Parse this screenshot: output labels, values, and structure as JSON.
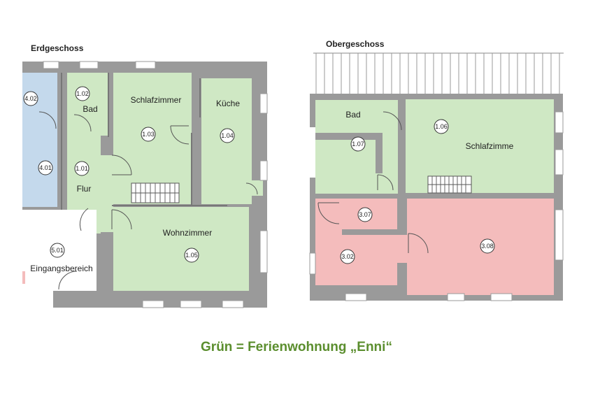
{
  "floors": {
    "ground_title": "Erdgeschoss",
    "upper_title": "Obergeschoss"
  },
  "rooms": {
    "r402": {
      "number": "4.02"
    },
    "r401": {
      "number": "4.01"
    },
    "r102": {
      "number": "1.02",
      "name": "Bad"
    },
    "r101": {
      "number": "1.01",
      "name": "Flur"
    },
    "r103": {
      "number": "1.03",
      "name": "Schlafzimmer"
    },
    "r104": {
      "number": "1.04",
      "name": "Küche"
    },
    "r105": {
      "number": "1.05",
      "name": "Wohnzimmer"
    },
    "r501": {
      "number": "5.01",
      "name": "Eingangsbereich"
    },
    "r107": {
      "number": "1.07",
      "name": "Bad"
    },
    "r106": {
      "number": "1.06",
      "name": "Schlafzimme"
    },
    "r307": {
      "number": "3.07"
    },
    "r302": {
      "number": "3.02"
    },
    "r308": {
      "number": "3.08"
    }
  },
  "colors": {
    "green": "#cfe8c4",
    "red": "#f4bcbc",
    "blue": "#c4d9ec",
    "wall": "#9a9a9a",
    "legend": "#5b8e2e"
  },
  "legend": "Grün = Ferienwohnung „Enni“"
}
